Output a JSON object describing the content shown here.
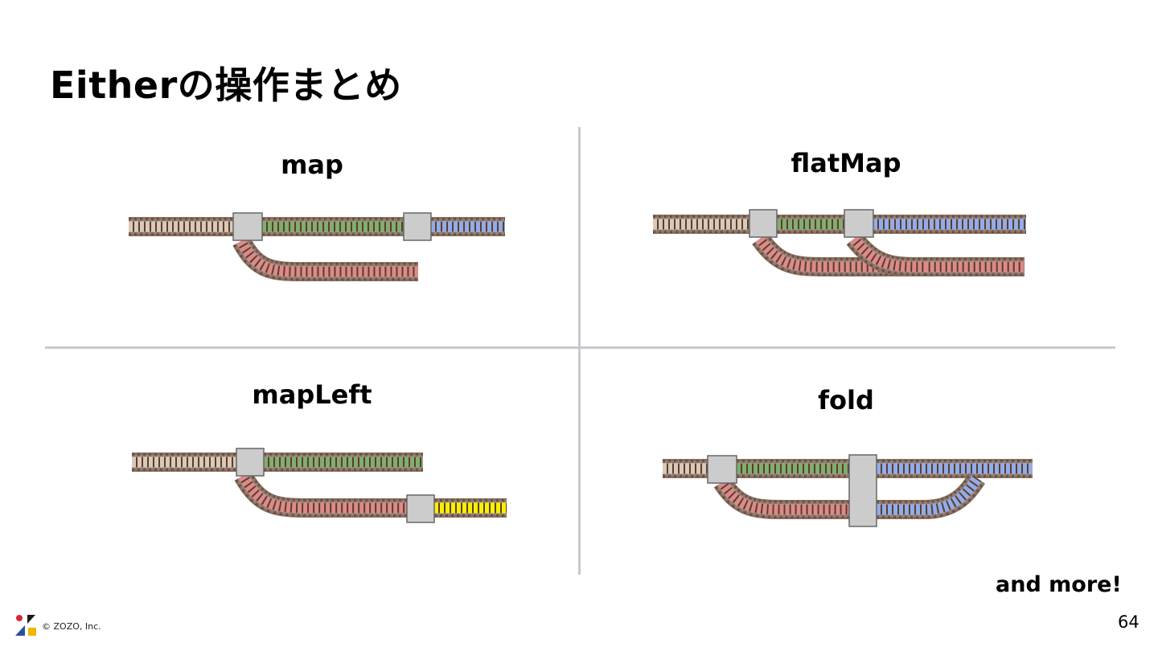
{
  "title": "Eitherの操作まとめ",
  "panels": {
    "map": "map",
    "flatMap": "flatMap",
    "mapLeft": "mapLeft",
    "fold": "fold"
  },
  "footer_note": "and more!",
  "page_number": "64",
  "copyright": "© ZOZO, Inc.",
  "colors": {
    "input_track": "#d9c9b6",
    "right_track": "#82ad6e",
    "left_track": "#dd8a88",
    "result_track": "#93ace8",
    "mapped_left_track": "#f8f000",
    "switch_box": "#cccccc",
    "divider": "#c8c8d0"
  }
}
